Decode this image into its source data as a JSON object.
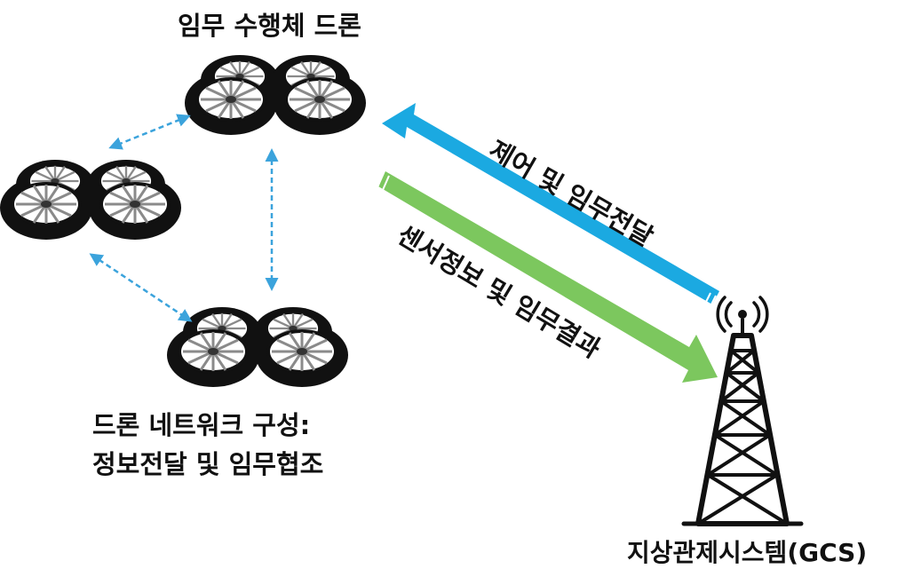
{
  "labels": {
    "mission_drone": "임무 수행체 드론",
    "network_line1": "드론 네트워크 구성:",
    "network_line2": "정보전달 및 임무협조",
    "gcs": "지상관제시스템(GCS)"
  },
  "links": {
    "control": {
      "label": "제어 및 임무전달",
      "color": "#1ba9e1"
    },
    "sensor": {
      "label": "센서정보 및 임무결과",
      "color": "#7cc75e"
    }
  },
  "colors": {
    "drone_body": "#111111",
    "rotor_blade": "#9a9a9a",
    "mesh_link": "#3ba3dc",
    "tower": "#111111"
  },
  "icons": [
    "quadcopter-drone-icon",
    "radio-tower-icon"
  ]
}
